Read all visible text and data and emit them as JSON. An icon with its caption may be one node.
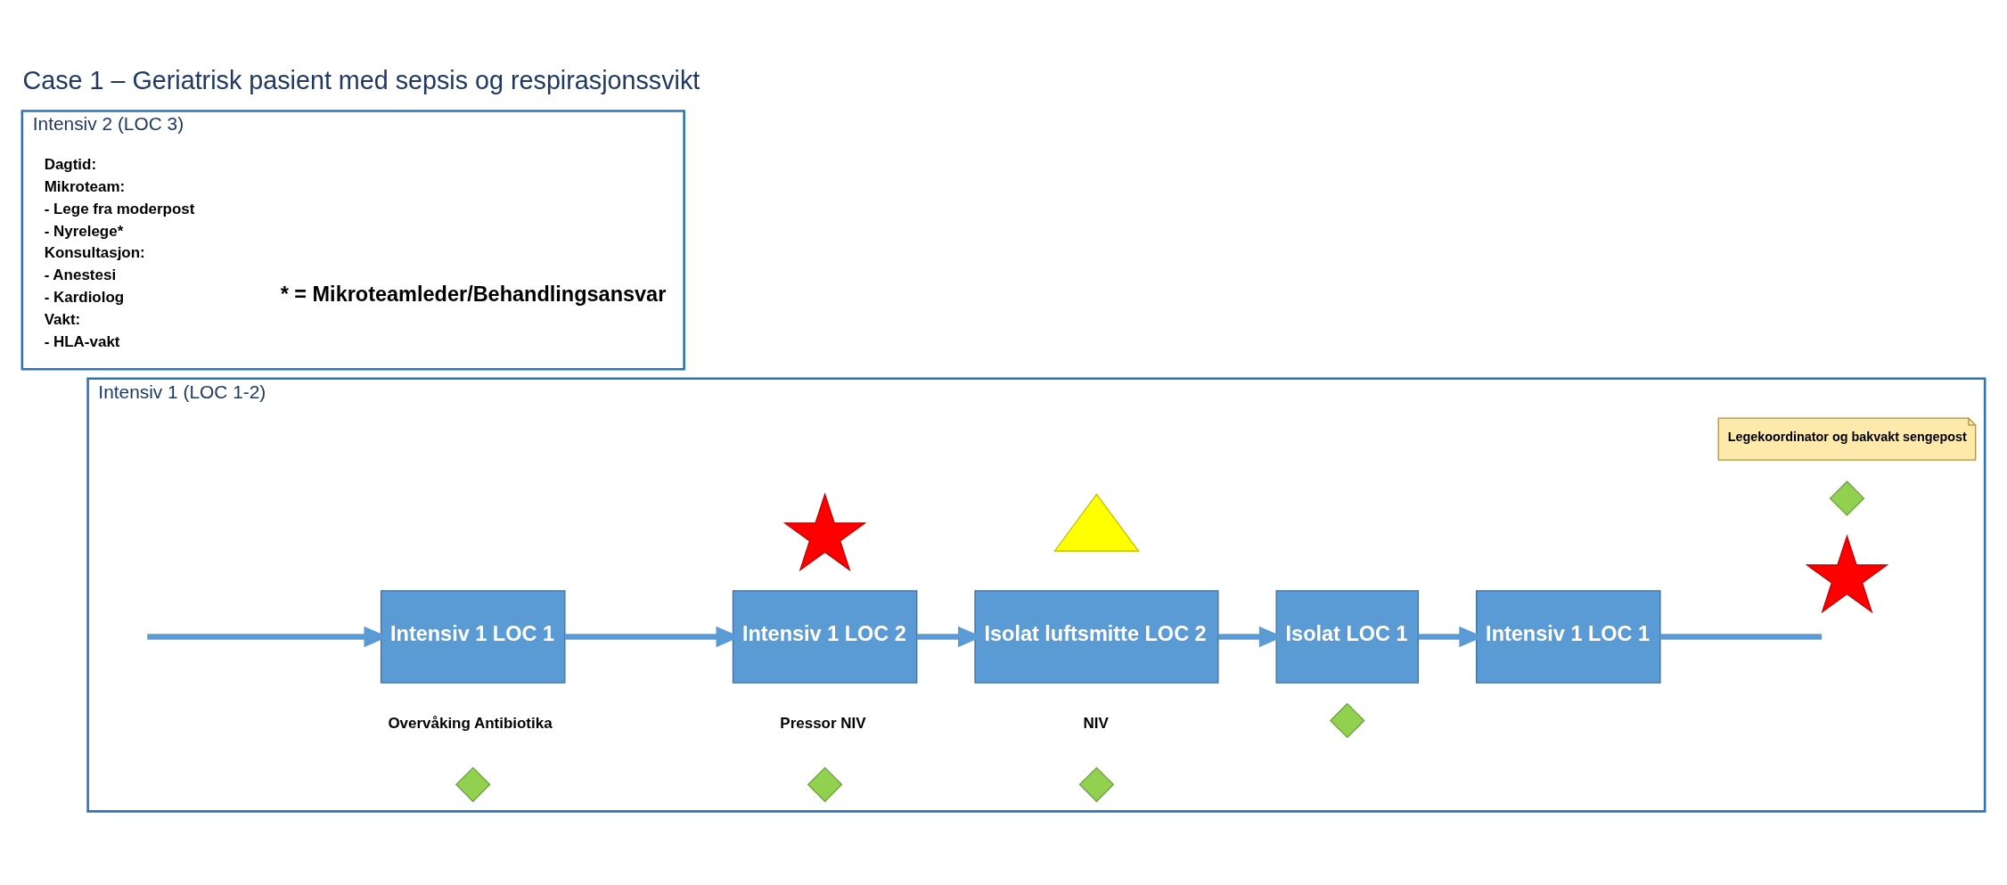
{
  "diagram": {
    "title": "Case 1 – Geriatrisk pasient med sepsis og respirasjonssvikt",
    "nodes": [
      {
        "text": [
          "Intensiv 2 (LOC 3)"
        ]
      },
      {
        "text": [
          "Intensiv 1 (LOC 1-2)"
        ]
      },
      {
        "text": [
          "Intensiv 1 LOC 1"
        ],
        "in": 1,
        "beside": [
          "Overvåking Antibiotika"
        ]
      },
      {
        "text": [
          "Intensiv 1 LOC 2"
        ],
        "in": 1,
        "beside": [
          "Pressor NIV"
        ]
      },
      {
        "text": [
          "Isolat luftsmitte LOC 2"
        ],
        "in": 1,
        "beside": [
          "NIV"
        ]
      },
      {
        "text": [
          "Isolat LOC 1"
        ],
        "in": 1
      },
      {
        "text": [
          "Intensiv 1 LOC 1"
        ],
        "in": 1
      },
      {
        "text": [
          "Legekoordinator og bakvakt sengepost"
        ],
        "in": 1
      },
      {
        "text": [],
        "shape": "diamond",
        "in": 1
      },
      {
        "text": [],
        "shape": "star",
        "in": 1
      },
      {
        "text": [],
        "shape": "diamond",
        "in": 1
      },
      {
        "text": [],
        "shape": "triangle",
        "in": 1
      },
      {
        "text": [],
        "shape": "diamond",
        "in": 1
      },
      {
        "text": [],
        "shape": "diamond",
        "in": 1
      },
      {
        "text": [],
        "shape": "diamond",
        "in": 1
      },
      {
        "text": [],
        "shape": "star",
        "in": 1
      }
    ],
    "edges": [
      {
        "from": null,
        "to": 2,
        "arrow": "to"
      },
      {
        "from": 2,
        "to": 3,
        "arrow": "to"
      },
      {
        "from": 3,
        "to": 4,
        "arrow": "to"
      },
      {
        "from": 4,
        "to": 5,
        "arrow": "to"
      },
      {
        "from": 5,
        "to": 6,
        "arrow": "to"
      },
      {
        "from": 6,
        "to": null,
        "arrow": "none"
      }
    ],
    "labels": [
      "Dagtid:",
      "Mikroteam:",
      "- Lege fra moderpost",
      "- Nyrelege*",
      "Konsultasjon:",
      "- Anestesi",
      "- Kardiolog",
      "Vakt:",
      "- HLA-vakt",
      "* = Mikroteamleder/Behandlingsansvar"
    ]
  }
}
